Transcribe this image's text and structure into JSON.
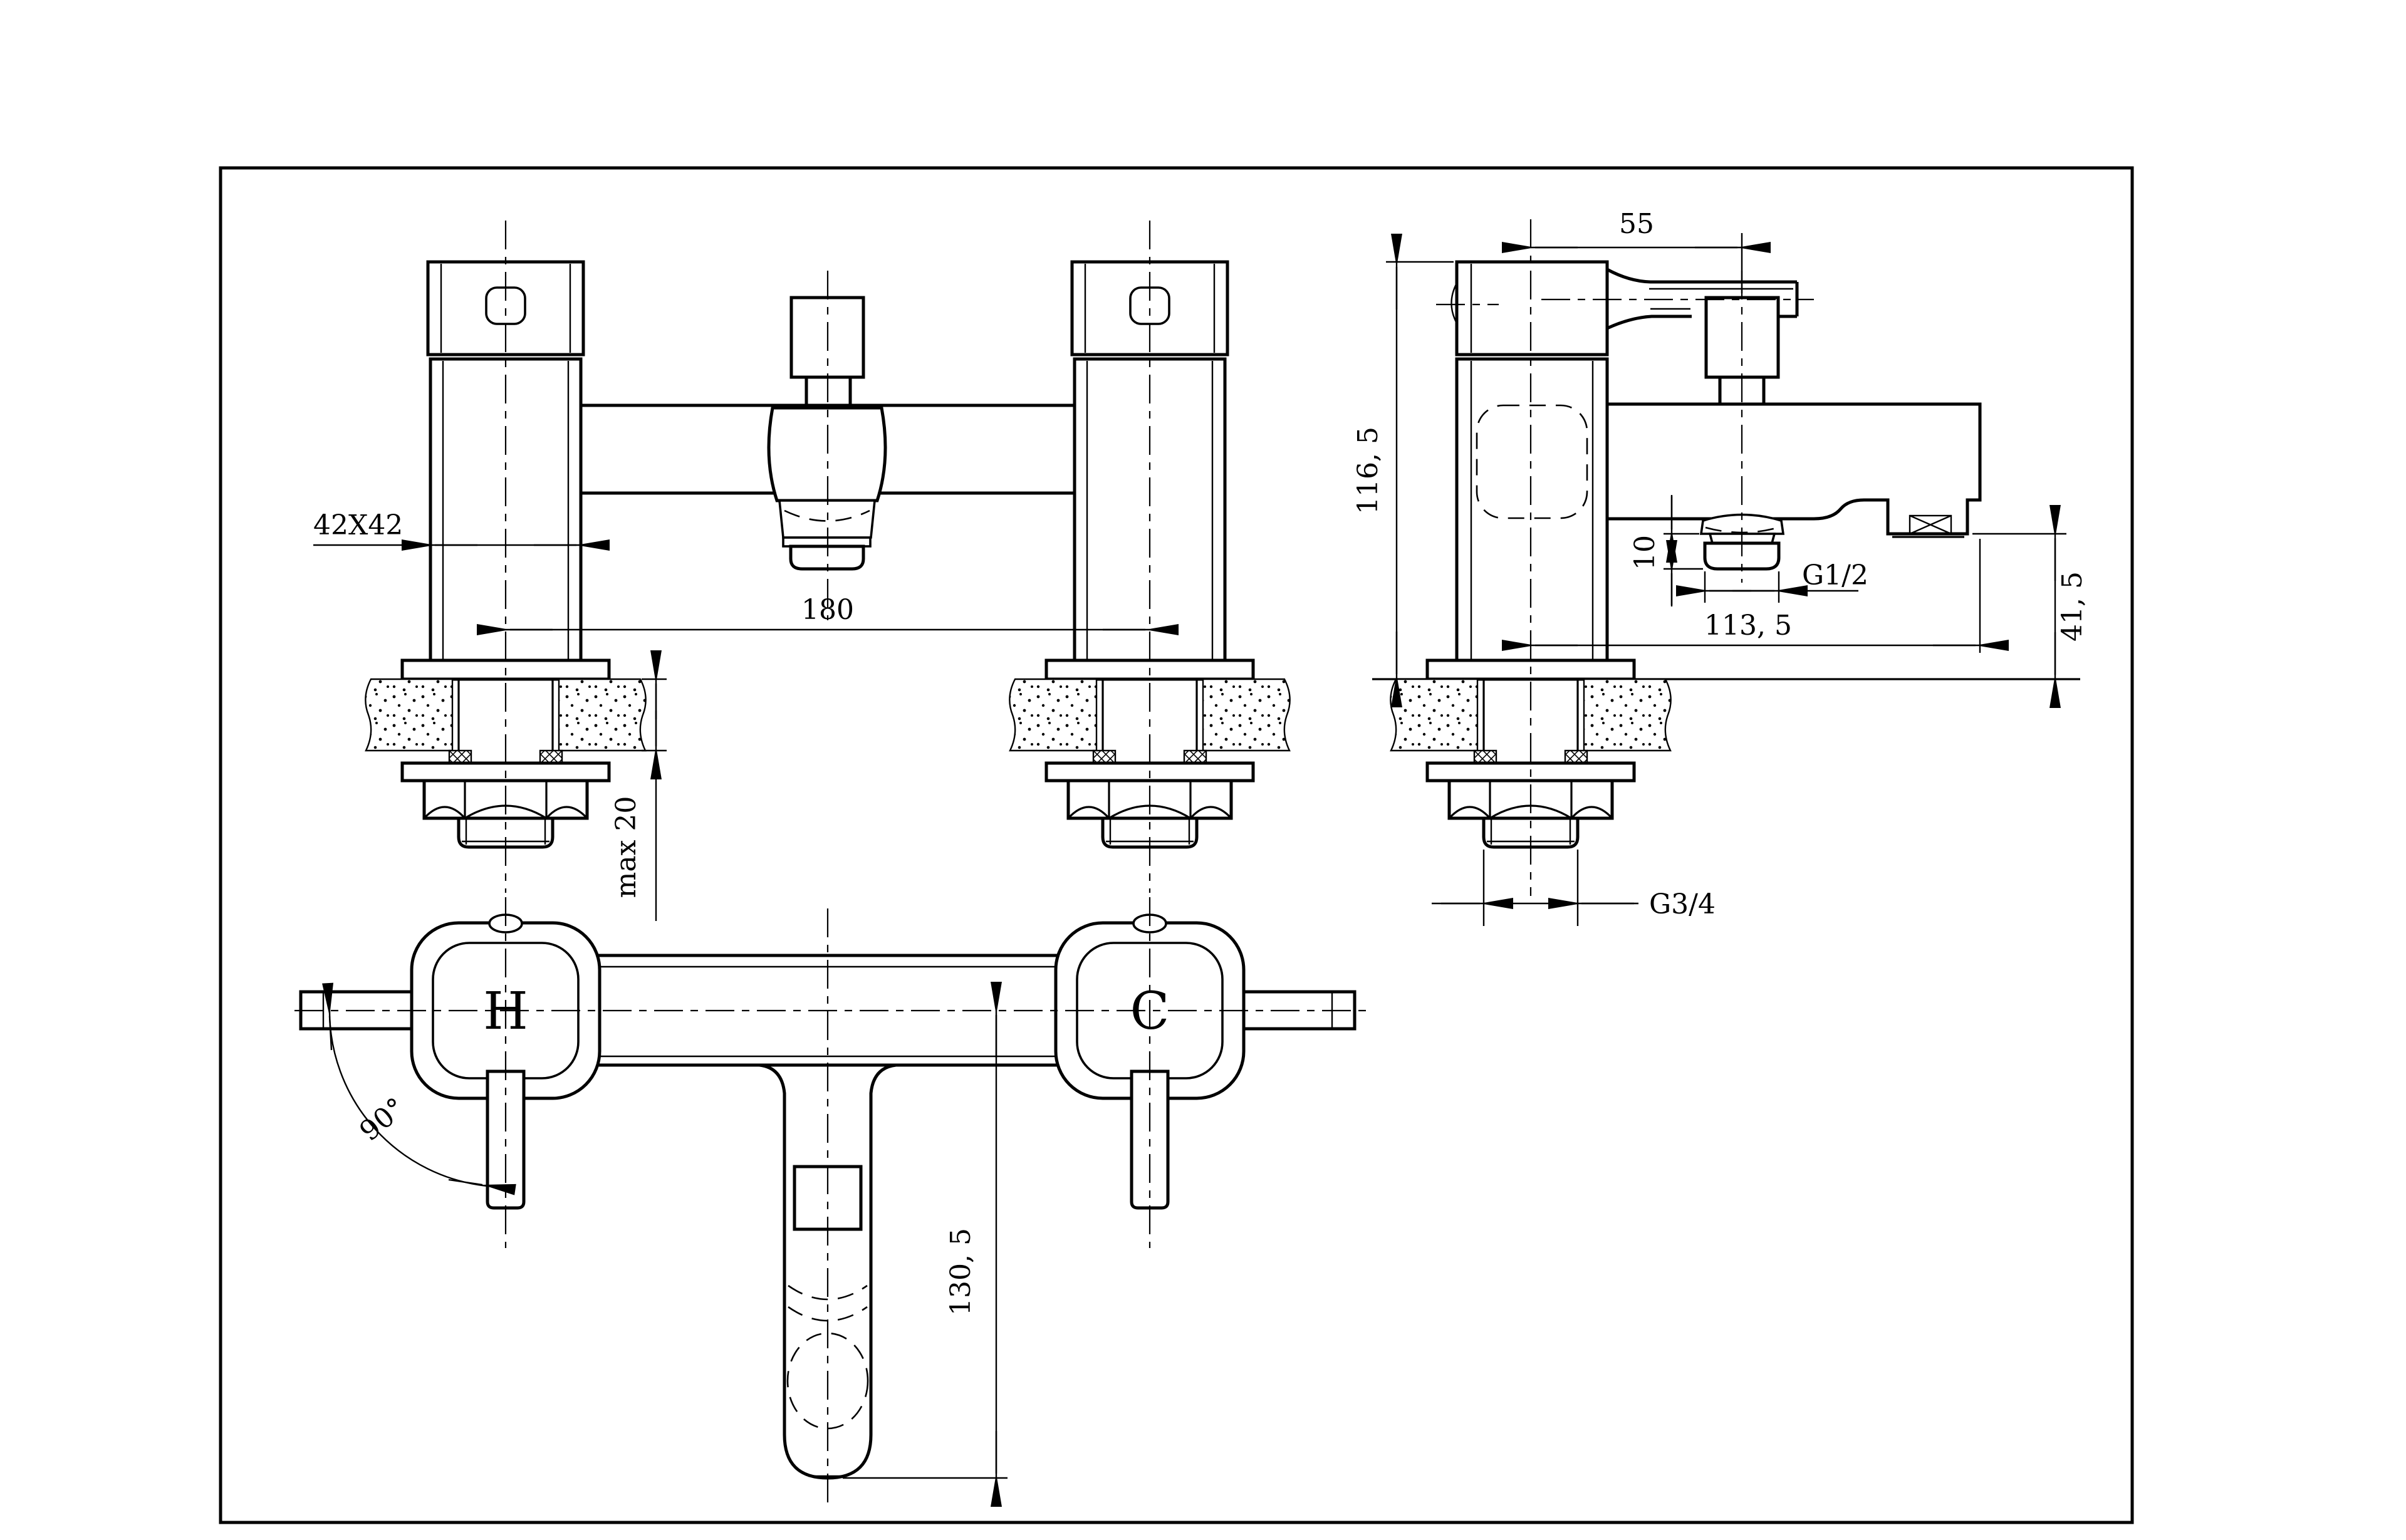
{
  "drawing": {
    "type": "technical-installation-drawing",
    "subject": "deck-mounted bath shower mixer tap, three orthographic views",
    "colors": {
      "ink": "#000000",
      "paper": "#ffffff"
    }
  },
  "views": {
    "front": {
      "pillar_size": "42X42",
      "pillar_spacing": "180",
      "counter_thickness": "max 20"
    },
    "side": {
      "diverter_offset": "55",
      "height_above_deck": "116, 5",
      "shower_stub_length": "10",
      "shower_thread": "G1/2",
      "spout_reach": "113, 5",
      "spout_clearance": "41, 5",
      "inlet_thread": "G3/4"
    },
    "plan": {
      "hot_label": "H",
      "cold_label": "C",
      "handle_rotation": "90°",
      "spout_length": "130, 5"
    }
  }
}
